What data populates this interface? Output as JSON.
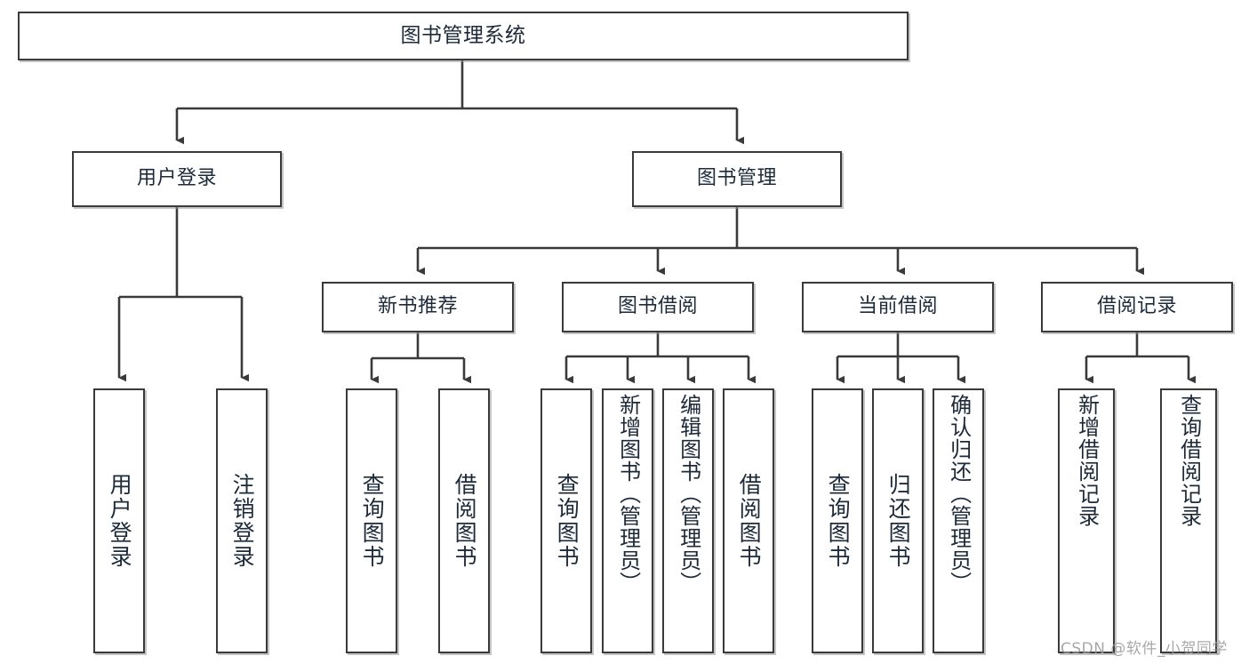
{
  "diagram": {
    "title": "图书管理系统",
    "type": "hierarchy-tree",
    "levels": 4,
    "style": {
      "box_border_color": "#3a3a3a",
      "box_fill_color": "#ffffff",
      "text_color": "#1d2a3a",
      "edge_color": "#3a3a3a",
      "background": "#ffffff"
    },
    "nodes": {
      "root": {
        "label": "图书管理系统"
      },
      "level2": [
        {
          "id": "user-login",
          "label": "用户登录"
        },
        {
          "id": "book-manage",
          "label": "图书管理"
        }
      ],
      "level3": [
        {
          "id": "new-book-recommend",
          "label": "新书推荐"
        },
        {
          "id": "book-borrow",
          "label": "图书借阅"
        },
        {
          "id": "current-borrow",
          "label": "当前借阅"
        },
        {
          "id": "borrow-record",
          "label": "借阅记录"
        }
      ],
      "leaves": {
        "user-login": [
          {
            "id": "leaf-user-login",
            "label": "用户登录"
          },
          {
            "id": "leaf-logout",
            "label": "注销登录"
          }
        ],
        "new-book-recommend": [
          {
            "id": "leaf-query-book-1",
            "label": "查询图书"
          },
          {
            "id": "leaf-borrow-book-1",
            "label": "借阅图书"
          }
        ],
        "book-borrow": [
          {
            "id": "leaf-query-book-2",
            "label": "查询图书"
          },
          {
            "id": "leaf-add-book",
            "label": "新增图书（管理员）"
          },
          {
            "id": "leaf-edit-book",
            "label": "编辑图书（管理员）"
          },
          {
            "id": "leaf-borrow-book-2",
            "label": "借阅图书"
          }
        ],
        "current-borrow": [
          {
            "id": "leaf-query-book-3",
            "label": "查询图书"
          },
          {
            "id": "leaf-return-book",
            "label": "归还图书"
          },
          {
            "id": "leaf-confirm-return",
            "label": "确认归还（管理员）"
          }
        ],
        "borrow-record": [
          {
            "id": "leaf-add-record",
            "label": "新增借阅记录"
          },
          {
            "id": "leaf-query-record",
            "label": "查询借阅记录"
          }
        ]
      }
    },
    "edges": [
      {
        "from": "图书管理系统",
        "to": "用户登录"
      },
      {
        "from": "图书管理系统",
        "to": "图书管理"
      },
      {
        "from": "用户登录",
        "to": "用户登录"
      },
      {
        "from": "用户登录",
        "to": "注销登录"
      },
      {
        "from": "图书管理",
        "to": "新书推荐"
      },
      {
        "from": "图书管理",
        "to": "图书借阅"
      },
      {
        "from": "图书管理",
        "to": "当前借阅"
      },
      {
        "from": "图书管理",
        "to": "借阅记录"
      },
      {
        "from": "新书推荐",
        "to": "查询图书"
      },
      {
        "from": "新书推荐",
        "to": "借阅图书"
      },
      {
        "from": "图书借阅",
        "to": "查询图书"
      },
      {
        "from": "图书借阅",
        "to": "新增图书（管理员）"
      },
      {
        "from": "图书借阅",
        "to": "编辑图书（管理员）"
      },
      {
        "from": "图书借阅",
        "to": "借阅图书"
      },
      {
        "from": "当前借阅",
        "to": "查询图书"
      },
      {
        "from": "当前借阅",
        "to": "归还图书"
      },
      {
        "from": "当前借阅",
        "to": "确认归还（管理员）"
      },
      {
        "from": "借阅记录",
        "to": "新增借阅记录"
      },
      {
        "from": "借阅记录",
        "to": "查询借阅记录"
      }
    ]
  },
  "watermark": {
    "text": "CSDN @软件_小贺同学"
  }
}
